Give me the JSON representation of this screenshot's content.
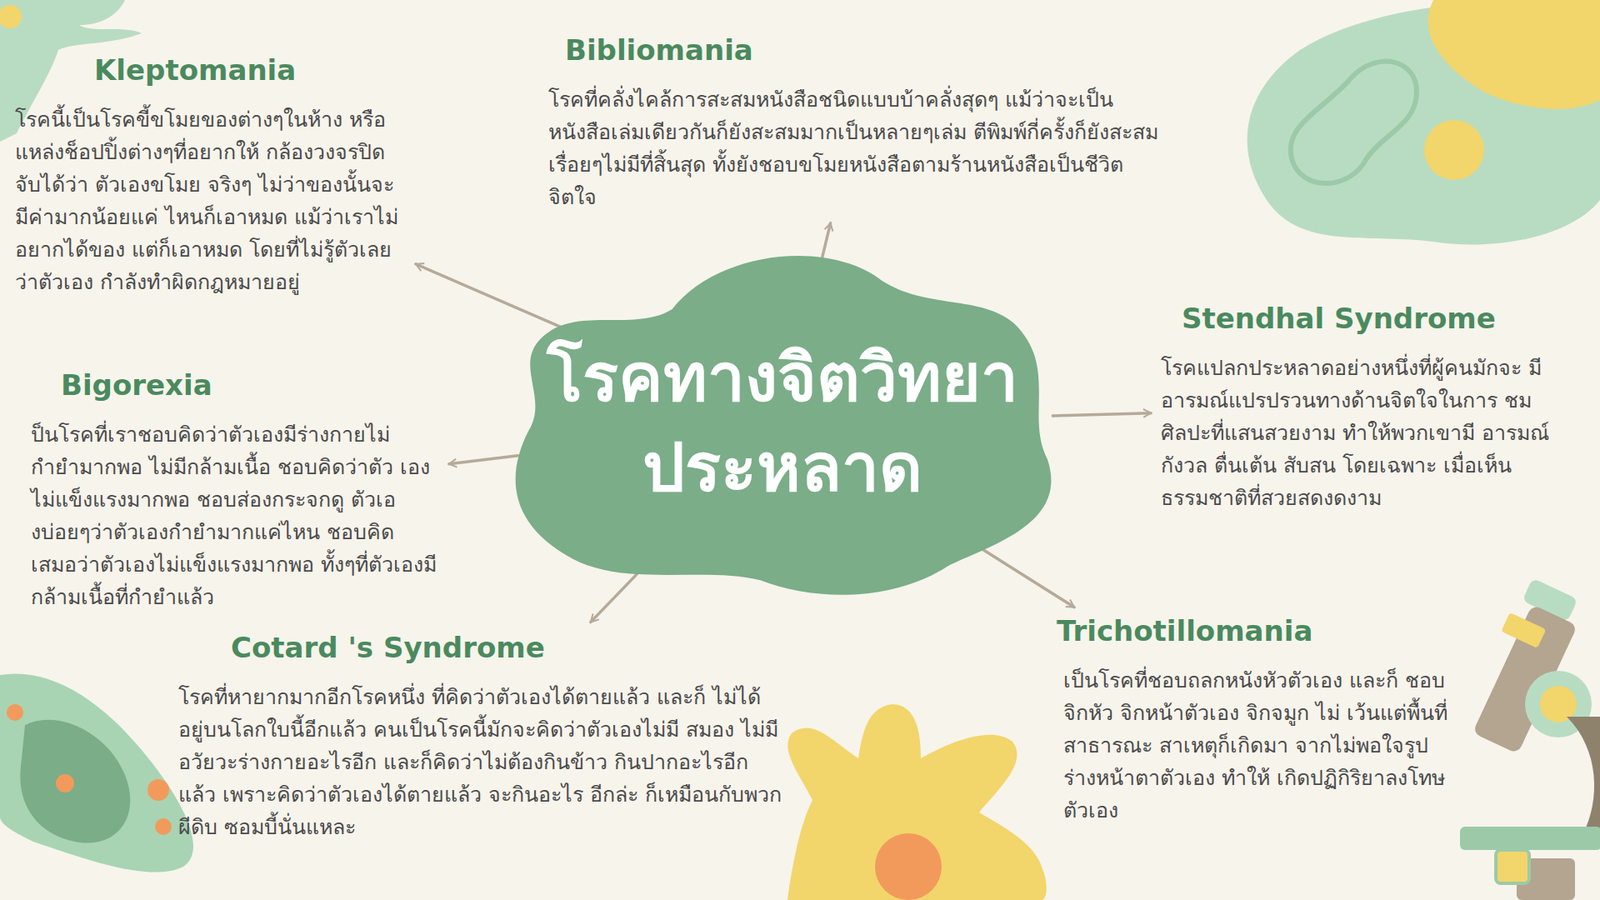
{
  "diagram": {
    "nodes": [
      {
        "text": [
          "โรคทางจิตวิทยา ประหลาด"
        ]
      },
      {
        "text": [
          "Kleptomania",
          "โรคนี้เป็นโรคขี้ขโมยของต่างๆในห้าง หรือแหล่งช็อปปิ้งต่างๆที่อยากให้ กล้องวงจรปิดจับได้ว่า ตัวเองขโมย จริงๆ ไม่ว่าของนั้นจะมีค่ามากน้อยแค่ ไหนก็เอาหมด แม้ว่าเราไม่อยากได้ของ แต่ก็เอาหมด โดยที่ไม่รู้ตัวเลยว่าตัวเอง กำลังทำผิดกฎหมายอยู่"
        ]
      },
      {
        "text": [
          "Bibliomania",
          "โรคที่คลั่งไคล้การสะสมหนังสือชนิดแบบบ้าคลั่งสุดๆ แม้ว่าจะเป็นหนังสือเล่มเดียวกันก็ยังสะสมมากเป็นหลายๆเล่ม ตีพิมพ์กี่ครั้งก็ยังสะสมเรื่อยๆไม่มีที่สิ้นสุด ทั้งยังชอบขโมยหนังสือตามร้านหนังสือเป็นชีวิตจิตใจ"
        ]
      },
      {
        "text": [
          "Stendhal Syndrome",
          "โรคแปลกประหลาดอย่างหนึ่งที่ผู้คนมักจะ มีอารมณ์แปรปรวนทางด้านจิตใจในการ ชมศิลปะที่แสนสวยงาม ทำให้พวกเขามี อารมณ์กังวล ตื่นเต้น สับสน โดยเฉพาะ เมื่อเห็นธรรมชาติที่สวยสดงดงาม"
        ]
      },
      {
        "text": [
          "Bigorexia",
          "ป็นโรคที่เราชอบคิดว่าตัวเองมีร่างกายไม่ กำยำมากพอ ไม่มีกล้ามเนื้อ ชอบคิดว่าตัว เองไม่แข็งแรงมากพอ ชอบส่องกระจกดู ตัวเองบ่อยๆว่าตัวเองกำยำมากแค่ไหน ชอบคิดเสมอว่าตัวเองไม่แข็งแรงมากพอ ทั้งๆที่ตัวเองมีกล้ามเนื้อที่กำยำแล้ว"
        ]
      },
      {
        "text": [
          "Cotard 's Syndrome",
          "โรคที่หายากมากอีกโรคหนึ่ง ที่คิดว่าตัวเองได้ตายแล้ว และก็ ไม่ได้อยู่บนโลกใบนี้อีกแล้ว คนเป็นโรคนี้มักจะคิดว่าตัวเองไม่มี สมอง ไม่มีอวัยวะร่างกายอะไรอีก และก็คิดว่าไม่ต้องกินข้าว กินปากอะไรอีกแล้ว เพราะคิดว่าตัวเองได้ตายแล้ว จะกินอะไร อีกล่ะ ก็เหมือนกับพวกผีดิบ ซอมบี้นั่นแหละ"
        ]
      },
      {
        "text": [
          "Trichotillomania",
          "เป็นโรคที่ชอบถลกหนังหัวตัวเอง และก็ ชอบจิกหัว จิกหน้าตัวเอง จิกจมูก ไม่ เว้นแต่พื้นที่สาธารณะ สาเหตุก็เกิดมา จากไม่พอใจรูปร่างหน้าตาตัวเอง ทำให้ เกิดปฏิกิริยาลงโทษตัวเอง"
        ]
      }
    ],
    "edges": [
      {
        "from": 0,
        "to": 1,
        "arrow": "to"
      },
      {
        "from": 0,
        "to": 2,
        "arrow": "to"
      },
      {
        "from": 0,
        "to": 3,
        "arrow": "to"
      },
      {
        "from": 0,
        "to": 4,
        "arrow": "to"
      },
      {
        "from": 0,
        "to": 5,
        "arrow": "to"
      },
      {
        "from": 0,
        "to": 6,
        "arrow": "to"
      }
    ]
  }
}
